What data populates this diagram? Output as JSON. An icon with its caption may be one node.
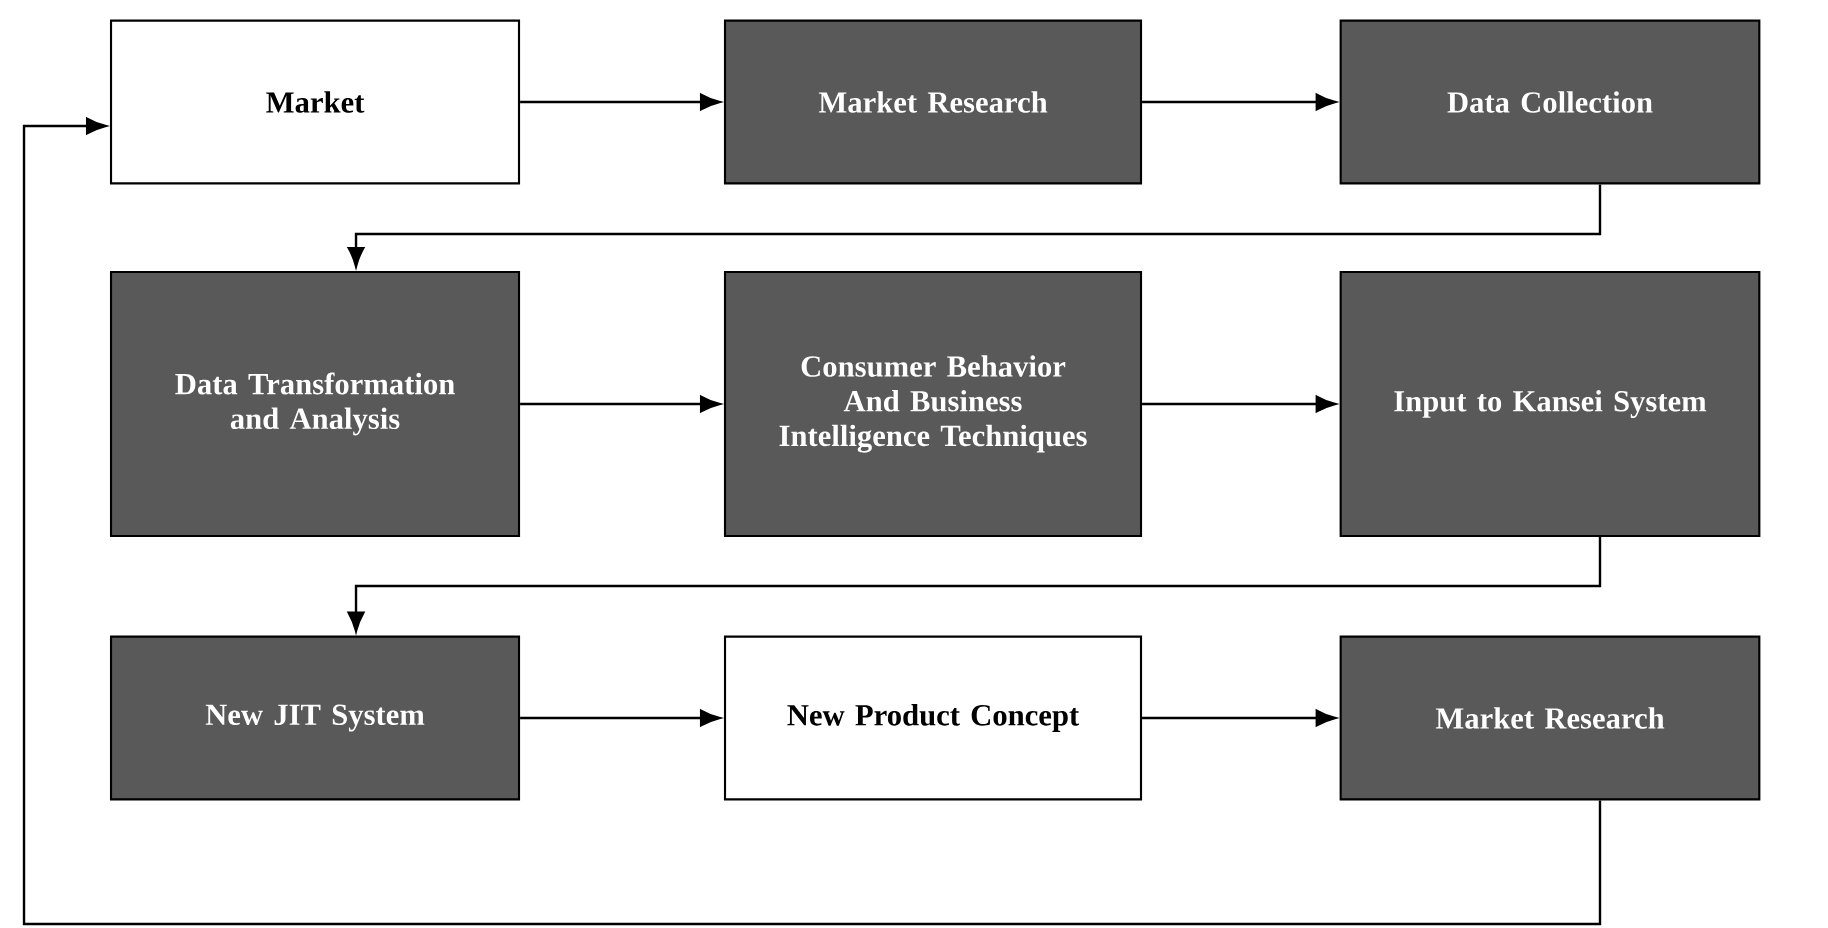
{
  "diagram": {
    "nodes": [
      {
        "text": [
          "Market"
        ]
      },
      {
        "text": [
          "Market Research"
        ]
      },
      {
        "text": [
          "Data Collection"
        ]
      },
      {
        "text": [
          "Data Transformation and Analysis"
        ]
      },
      {
        "text": [
          "Consumer Behavior And Business Intelligence Techniques"
        ]
      },
      {
        "text": [
          "Input to Kansei System"
        ]
      },
      {
        "text": [
          "New JIT System"
        ]
      },
      {
        "text": [
          "New Product Concept"
        ]
      },
      {
        "text": [
          "Market Research"
        ]
      }
    ],
    "edges": [
      {
        "from": 0,
        "to": 1,
        "arrow": "to"
      },
      {
        "from": 1,
        "to": 2,
        "arrow": "to"
      },
      {
        "from": 2,
        "to": 3,
        "arrow": "to"
      },
      {
        "from": 3,
        "to": 4,
        "arrow": "to"
      },
      {
        "from": 4,
        "to": 5,
        "arrow": "to"
      },
      {
        "from": 5,
        "to": 6,
        "arrow": "to"
      },
      {
        "from": 6,
        "to": 7,
        "arrow": "to"
      },
      {
        "from": 7,
        "to": 8,
        "arrow": "to"
      },
      {
        "from": 8,
        "to": 0,
        "arrow": "to"
      }
    ]
  }
}
